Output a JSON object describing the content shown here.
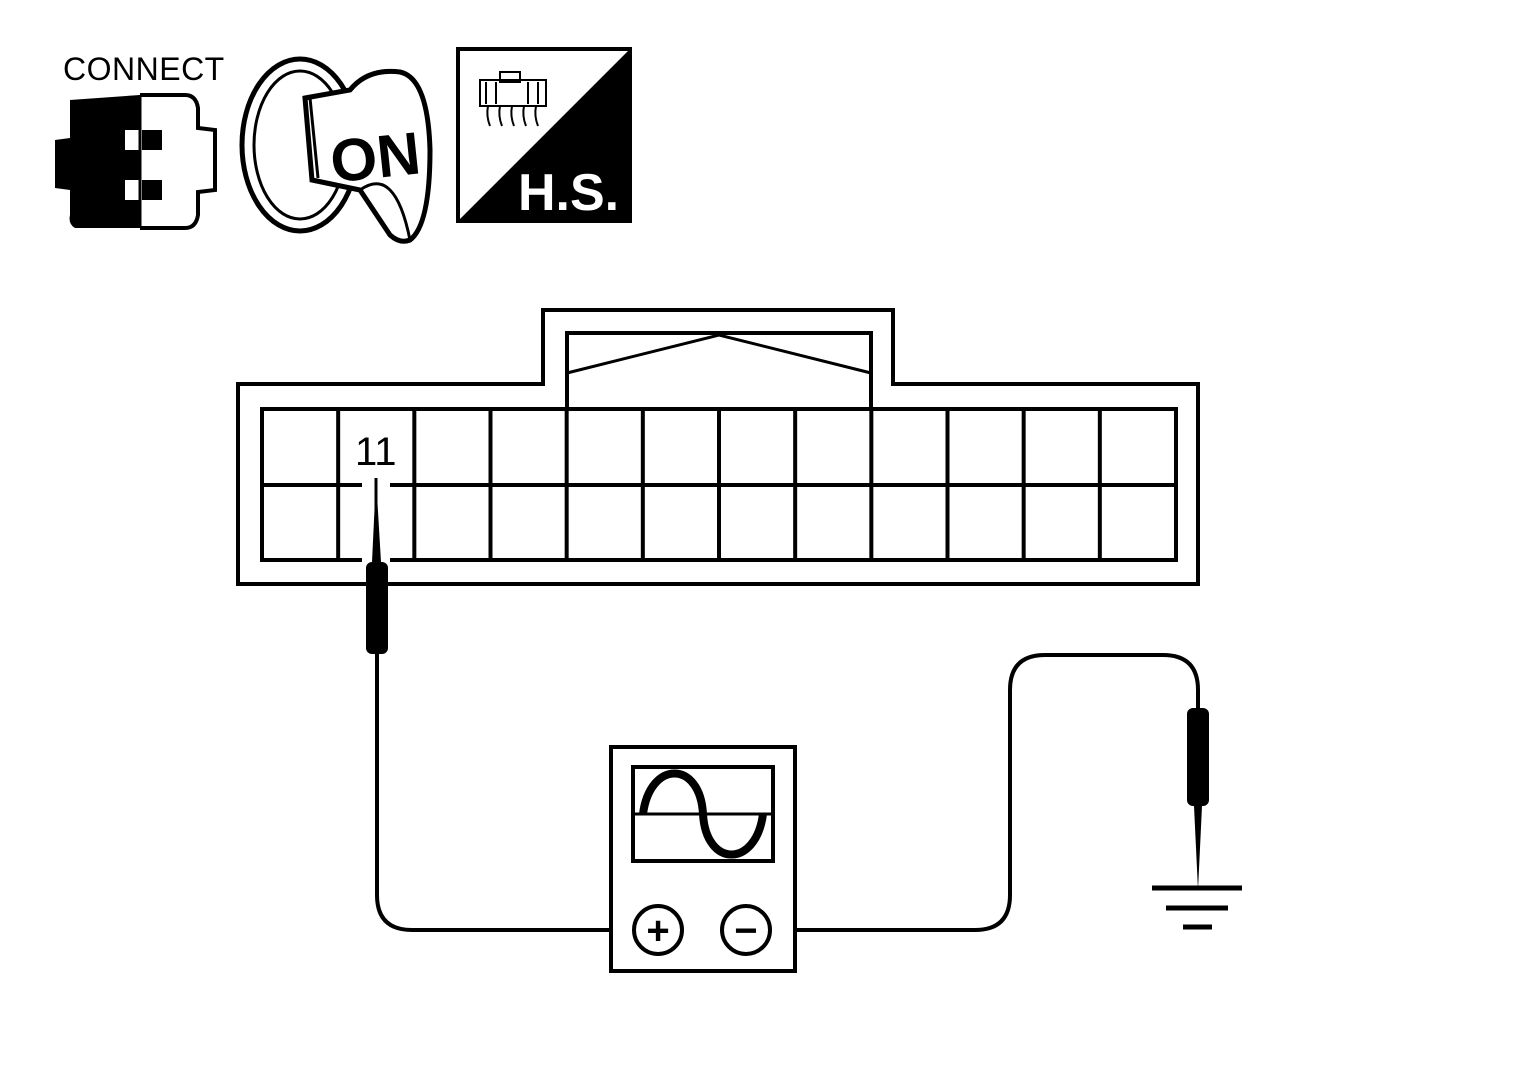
{
  "header_icons": {
    "connect_label": "CONNECT",
    "ignition_label": "ON",
    "harness_label": "H.S."
  },
  "connector": {
    "highlighted_pin": "11"
  },
  "oscilloscope": {
    "positive_symbol": "+",
    "negative_symbol": "−"
  },
  "colors": {
    "line": "#000000",
    "background": "#ffffff"
  },
  "icons": [
    "connector-icon",
    "ignition-key-on-icon",
    "harness-side-icon",
    "oscilloscope-icon",
    "ground-symbol-icon"
  ]
}
